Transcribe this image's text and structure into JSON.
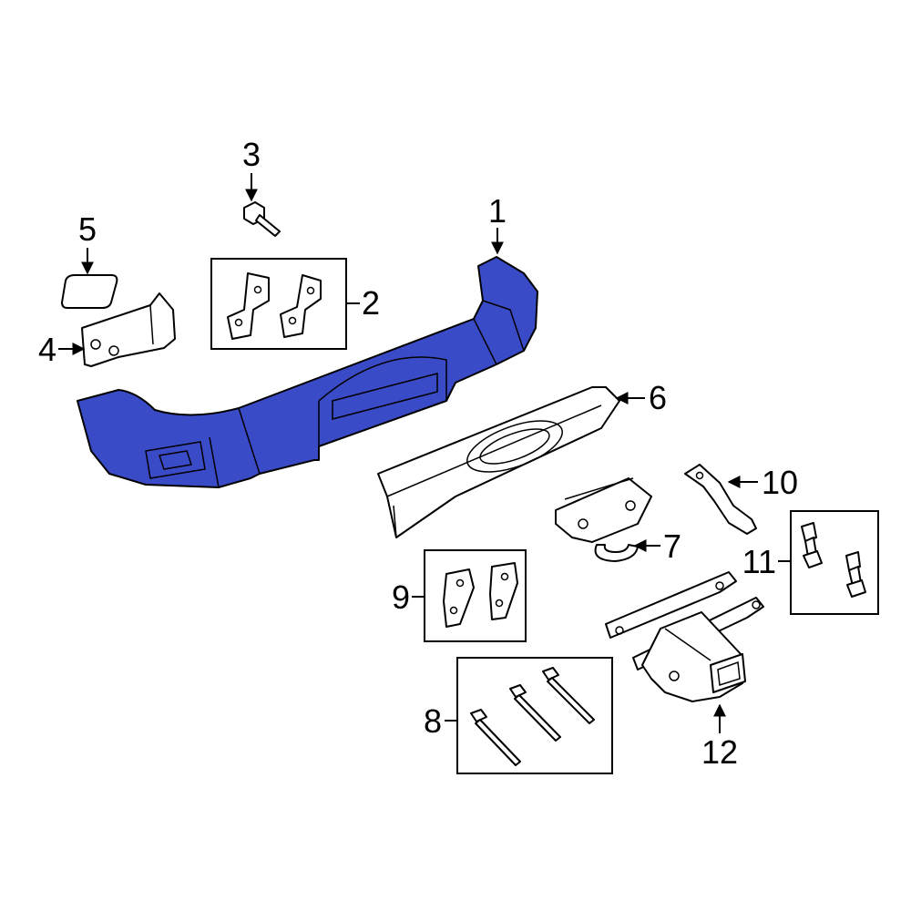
{
  "callouts": [
    "1",
    "2",
    "3",
    "4",
    "5",
    "6",
    "7",
    "8",
    "9",
    "10",
    "11",
    "12"
  ],
  "colors": {
    "highlight": "#3a4bc8",
    "line": "#000000",
    "background": "#ffffff"
  }
}
